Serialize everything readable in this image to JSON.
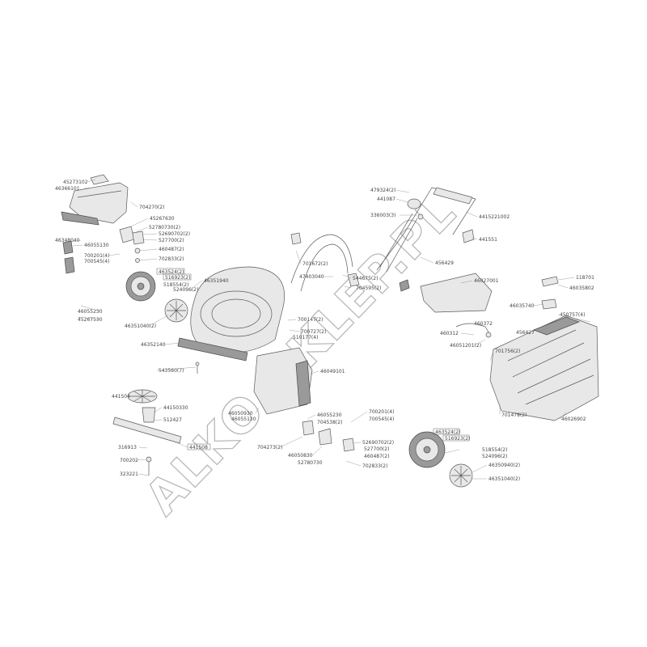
{
  "watermark": "ALKO-SKLEP.PL",
  "labels": {
    "l01": "45273102",
    "l02": "46366101",
    "l03": "704270(2)",
    "l04": "45267630",
    "l05": "52780730(2)",
    "l06": "52690702(2)",
    "l07": "527700(2)",
    "l08": "460487(2)",
    "l09": "46348040",
    "l10": "46055130",
    "l11": "700201(4)",
    "l12": "700545(4)",
    "l13": "702833(2)",
    "l14": "463524(2)",
    "l15": "516923(2)",
    "l16": "518554(2)",
    "l17": "524096(2)",
    "l18": "46351940",
    "l19": "46055230",
    "l20": "45267530",
    "l21": "46351040(2)",
    "l22": "46352140",
    "l23": "543560(7)",
    "l24": "441504",
    "l25": "44150330",
    "l26": "512427",
    "l27": "316913",
    "l28": "441508",
    "l29": "700202",
    "l30": "323221",
    "l31": "479324(2)",
    "l32": "441087",
    "l33": "336003(3)",
    "l34": "4415221002",
    "l35": "441551",
    "l36": "701672(2)",
    "l37": "47403040",
    "l38": "544675(2)",
    "l39": "704595(2)",
    "l40": "456429",
    "l41": "46027001",
    "l42": "700147(2)",
    "l43": "700727(2)",
    "l44": "510177(4)",
    "l45": "46049101",
    "l46": "46050930",
    "l47": "46055130",
    "l48": "46055230",
    "l49": "704538(2)",
    "l50": "700201(4)",
    "l51": "700545(4)",
    "l52": "704273(2)",
    "l53": "46050830",
    "l54": "52780730",
    "l55": "52690702(2)",
    "l56": "527700(2)",
    "l57": "460487(2)",
    "l58": "702833(2)",
    "l59": "463524(2)",
    "l60": "516923(2)",
    "l61": "518554(2)",
    "l62": "524096(2)",
    "l63": "46350940(2)",
    "l64": "46351040(2)",
    "l65": "460372",
    "l66": "460312",
    "l67": "46051201(2)",
    "l68": "701756(2)",
    "l69": "701478(2)",
    "l70": "118701",
    "l71": "46035802",
    "l72": "46035740",
    "l73": "450757(4)",
    "l74": "456427",
    "l75": "46026902"
  }
}
